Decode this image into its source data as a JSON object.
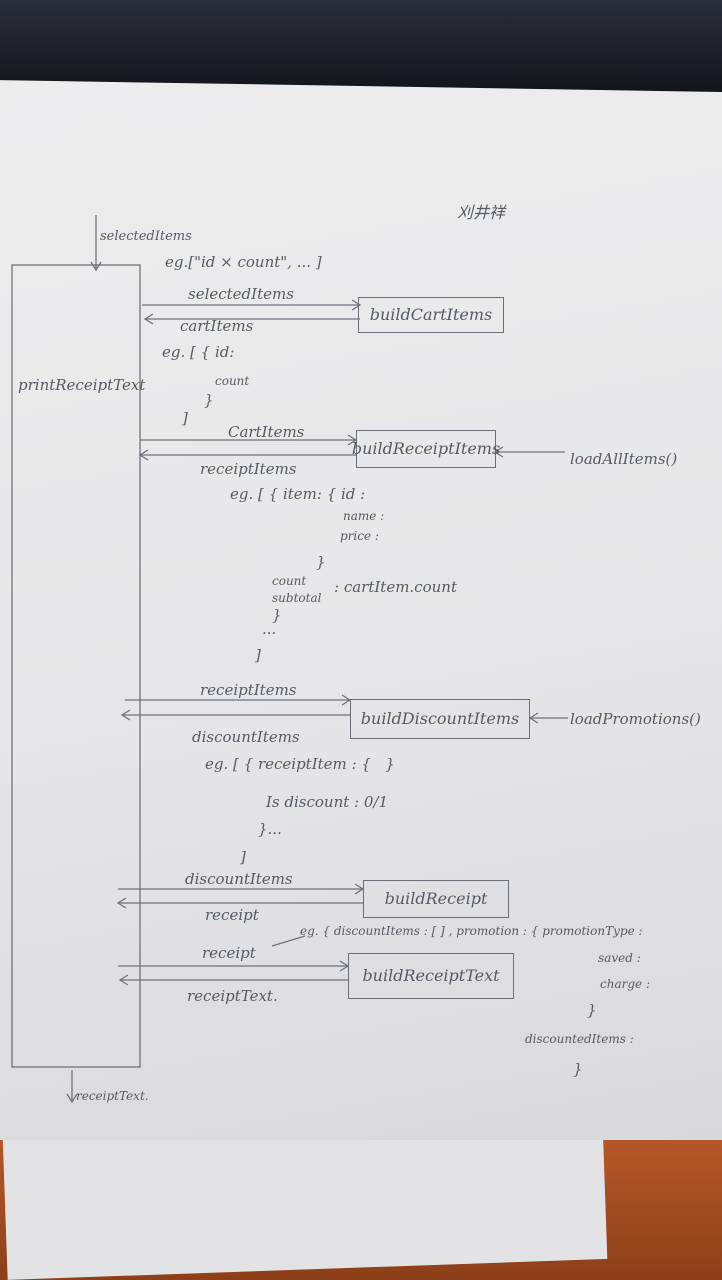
{
  "header": {
    "note": "刈井祥"
  },
  "main_function": {
    "name": "printReceiptText"
  },
  "inputs": {
    "selected_items": "selectedItems",
    "example": "eg.[\"id × count\", ... ]"
  },
  "functions": {
    "build_cart_items": "buildCartItems",
    "build_receipt_items": "buildReceiptItems",
    "build_discount_items": "buildDiscountItems",
    "build_receipt": "buildReceipt",
    "build_receipt_text": "buildReceiptText"
  },
  "loaders": {
    "load_all_items": "loadAllItems()",
    "load_promotions": "loadPromotions()"
  },
  "flows": {
    "selected_items": "selectedItems",
    "cart_items_return": "cartItems",
    "cart_items_send": "CartItems",
    "receipt_items_return": "receiptItems",
    "receipt_items_send": "receiptItems",
    "discount_items_return": "discountItems",
    "discount_items_send": "discountItems",
    "receipt_return": "receipt",
    "receipt_send": "receipt",
    "receipt_text_return": "receiptText."
  },
  "annotations": {
    "cart_items_example": [
      "eg. [ { id:",
      "count",
      "}",
      "]"
    ],
    "receipt_items_example": [
      "eg. [ { item: { id :",
      "name :",
      "price :",
      "}",
      "count",
      "subtotal",
      ": cartItem.count",
      "}",
      "...",
      "]"
    ],
    "discount_items_example": [
      "eg. [ { receiptItem : {   }",
      "Is discount : 0/1",
      "}...",
      "]"
    ],
    "receipt_example": [
      "eg. { discountItems : [ ] , promotion : { promotionType :",
      "saved :",
      "charge :",
      "}",
      "discountedItems :",
      "}"
    ]
  },
  "output": {
    "receipt_text": "receiptText."
  }
}
